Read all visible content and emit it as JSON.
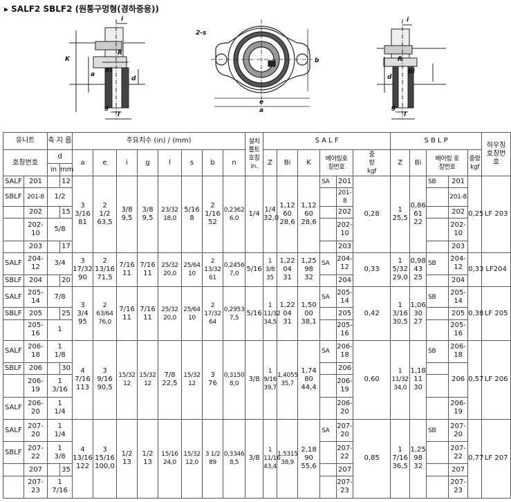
{
  "title": "SALF2 SBLF2 (원통구멍형(경하중용))",
  "drawing_labels": {
    "left": [
      "i",
      "K",
      "Bi",
      "R",
      "d",
      "a",
      "g",
      "l"
    ],
    "center": [
      "2-s",
      "b",
      "e",
      "a"
    ],
    "right": [
      "i",
      "Bi",
      "R",
      "d",
      "g",
      "l"
    ]
  },
  "header": {
    "unit": "유니트",
    "shaft": "축 지 름",
    "main": "주요치수 (in) / (mm)",
    "bolt": [
      "설치",
      "볼트",
      "호칭",
      "in."
    ],
    "salf": "S A L F",
    "sblp": "S B L P",
    "housing": [
      "하우징",
      "호칭번",
      "호"
    ],
    "code": "호칭번호",
    "d": "d",
    "in": "in",
    "mm": "mm",
    "a": "a",
    "e": "e",
    "i": "i",
    "g": "g",
    "l": "l",
    "s": "s",
    "b": "b",
    "n": "n",
    "Z": "Z",
    "Bi": "Bi",
    "K": "K",
    "bearing": [
      "베어링호",
      "칭번호"
    ],
    "bearing2": [
      "베어링 호",
      "칭번호"
    ],
    "weight": [
      "중",
      "량",
      "kgf"
    ],
    "weight2": [
      "중량",
      "kgf"
    ]
  },
  "g1": {
    "r1": {
      "t": "SALF",
      "c": "201",
      "mm": "12"
    },
    "r2": {
      "t": "SBLF",
      "c": "201-8",
      "in": "1/2",
      "sa": "201-8",
      "sb": "201-8"
    },
    "r3": {
      "c": "202",
      "mm": "15",
      "sa": "202",
      "sb": "202"
    },
    "r4": {
      "c1": "202-",
      "c2": "10",
      "in": "5/8",
      "sa1": "202-",
      "sa2": "10",
      "sb1": "202-",
      "sb2": "10"
    },
    "r5": {
      "c": "203",
      "mm": "17",
      "sa": "203",
      "sb": "203"
    },
    "sa_t": "SA",
    "sa_c": "201",
    "sb_t": "SB",
    "sb_c": "201",
    "a": [
      "3",
      "3/16",
      "81"
    ],
    "e": [
      "2",
      "1/2",
      "63,5"
    ],
    "i": [
      "3/8",
      "9,5"
    ],
    "g": [
      "3/8",
      "9,5"
    ],
    "l": [
      "23/32",
      "18,0"
    ],
    "s": [
      "5/16",
      "8"
    ],
    "b": [
      "2",
      "1/16",
      "52"
    ],
    "n": [
      "0,2362",
      "6,0"
    ],
    "bolt": "1/4",
    "z": [
      "1/4",
      "32,0"
    ],
    "bi": [
      "1,12",
      "60",
      "28,6"
    ],
    "k": [
      "1,12",
      "60",
      "28,6"
    ],
    "w": "0,28",
    "z2": [
      "1",
      "25,5"
    ],
    "bi2": [
      "0,86",
      "61",
      "22"
    ],
    "w2": "0,25",
    "h": "LF 203"
  },
  "g2": {
    "r1": {
      "t": "SALF",
      "c1": "204-",
      "c2": "12",
      "in": "3/4",
      "sa_t": "SA",
      "sa1": "204-",
      "sa2": "12",
      "sb_t": "SB",
      "sb1": "204-",
      "sb2": "12"
    },
    "r2": {
      "t": "SBLF",
      "c": "204",
      "mm": "20",
      "sa": "204",
      "sb": "204"
    },
    "a": [
      "3",
      "17/32",
      "90"
    ],
    "e": [
      "2",
      "13/16",
      "71,5"
    ],
    "i": [
      "7/16",
      "11"
    ],
    "g": [
      "7/16",
      "11"
    ],
    "l": [
      "25/32",
      "20,0"
    ],
    "s": [
      "25/64",
      "10"
    ],
    "b": [
      "2",
      "13/32",
      "61"
    ],
    "n": [
      "0,2456",
      "7,0"
    ],
    "bolt": "5/16",
    "z": [
      "1 3/8",
      "35"
    ],
    "bi": [
      "1,22",
      "04",
      "31"
    ],
    "k": [
      "1,25",
      "98",
      "32"
    ],
    "w": "0,33",
    "z2": [
      "1",
      "5/32",
      "29,0"
    ],
    "bi2": [
      "0,98",
      "43",
      "25"
    ],
    "w2": "0,33",
    "h": "LF204"
  },
  "g3": {
    "r1": {
      "t": "SALF",
      "c1": "205-",
      "c2": "14",
      "in": "7/8",
      "sa_t": "SA",
      "sa1": "205-",
      "sa2": "14",
      "sb_t": "SB",
      "sb1": "205-",
      "sb2": "14"
    },
    "r2": {
      "t": "SBLF",
      "c": "205",
      "mm": "25",
      "sa": "205",
      "sb": "205"
    },
    "r3": {
      "c1": "205-",
      "c2": "16",
      "in": "1",
      "sa1": "205-",
      "sa2": "16",
      "sb1": "205-",
      "sb2": "16"
    },
    "a": [
      "3",
      "3/4",
      "95"
    ],
    "e": [
      "2",
      "63/64",
      "76,0"
    ],
    "i": [
      "7/16",
      "11"
    ],
    "g": [
      "7/16",
      "11"
    ],
    "l": [
      "25/32",
      "20,0"
    ],
    "s": [
      "25/64",
      "10"
    ],
    "b": [
      "2",
      "17/32",
      "64"
    ],
    "n": [
      "0,2953",
      "7,5"
    ],
    "bolt": "5/16",
    "z": [
      "1",
      "11/32",
      "34,5"
    ],
    "bi": [
      "1,22",
      "04",
      "31"
    ],
    "k": [
      "1,50",
      "00",
      "38,1"
    ],
    "w": "0,42",
    "z2": [
      "1",
      "3/16",
      "30,5"
    ],
    "bi2": [
      "1,06",
      "30",
      "27"
    ],
    "w2": "0,38",
    "h": "LF 205"
  },
  "g4": {
    "r1": {
      "t": "SALF",
      "c1": "206-",
      "c2": "18",
      "in1": "1",
      "in2": "1/8",
      "sa_t": "SA",
      "sa1": "206-",
      "sa2": "18",
      "sb_t": "SB",
      "sb1": "206-",
      "sb2": "18"
    },
    "r2": {
      "t": "SBLF",
      "c": "206",
      "mm": "30",
      "sa": "206"
    },
    "r3": {
      "c1": "206-",
      "c2": "19",
      "in1": "1",
      "in2": "3/16",
      "sa1": "206-",
      "sa2": "19",
      "sb": "206"
    },
    "r4": {
      "t": "SALF",
      "c1": "206-",
      "c2": "20",
      "in1": "1",
      "in2": "1/4",
      "sa1": "206-",
      "sa2": "20",
      "sb1": "206-",
      "sb2": "19"
    },
    "a": [
      "4",
      "7/16",
      "113"
    ],
    "e": [
      "3",
      "9/16",
      "90,5"
    ],
    "i": [
      "15/32",
      "12"
    ],
    "g": [
      "15/32",
      "12"
    ],
    "l": [
      "7/8",
      "22,5"
    ],
    "s": [
      "15/32",
      "12"
    ],
    "b": [
      "3",
      "76"
    ],
    "n": [
      "0,3150",
      "8,0"
    ],
    "bolt": "3/8",
    "z": [
      "1",
      "9/16",
      "39,7"
    ],
    "bi": [
      "1,4055",
      "35,7"
    ],
    "k": [
      "1,74",
      "80",
      "44,4"
    ],
    "w": "0,60",
    "z2": [
      "1",
      "11/32",
      "34,0"
    ],
    "bi2": [
      "1,18",
      "11",
      "30"
    ],
    "w2": "0,57",
    "h": "LF 206"
  },
  "g5": {
    "r1": {
      "t": "SALF",
      "c1": "207-",
      "c2": "20",
      "in1": "1",
      "in2": "1/4",
      "sa_t": "SA",
      "sa1": "207-",
      "sa2": "20",
      "sb_t": "SB",
      "sb1": "207-",
      "sb2": "20"
    },
    "r2": {
      "t": "SBLF",
      "c1": "207-",
      "c2": "22",
      "in1": "1",
      "in2": "3/8",
      "sa1": "207-",
      "sa2": "22",
      "sb1": "207-",
      "sb2": "22"
    },
    "r3": {
      "c": "207",
      "mm": "35",
      "sa": "207",
      "sb": "207"
    },
    "r4": {
      "c1": "207-",
      "c2": "23",
      "in1": "1",
      "in2": "7/16",
      "sa1": "207-",
      "sa2": "23",
      "sb1": "207-",
      "sb2": "23"
    },
    "a": [
      "4",
      "13/16",
      "122"
    ],
    "e": [
      "3",
      "15/16",
      "100,0"
    ],
    "i": [
      "1/2",
      "13"
    ],
    "g": [
      "1/2",
      "13"
    ],
    "l": [
      "15/16",
      "24,0"
    ],
    "s": [
      "15/32",
      "12,0"
    ],
    "b": [
      "3 1/2",
      "89"
    ],
    "n": [
      "0,3346",
      "8,5"
    ],
    "bolt": "3/8",
    "z": [
      "1",
      "11/16",
      "43,4"
    ],
    "bi": [
      "1,5315",
      "38,9"
    ],
    "k": [
      "2,18",
      "90",
      "55,6"
    ],
    "w": "0,85",
    "z2": [
      "1",
      "7/16",
      "36,5"
    ],
    "bi2": [
      "1,25",
      "98",
      "32"
    ],
    "w2": "0,77",
    "h": "LF 207"
  }
}
